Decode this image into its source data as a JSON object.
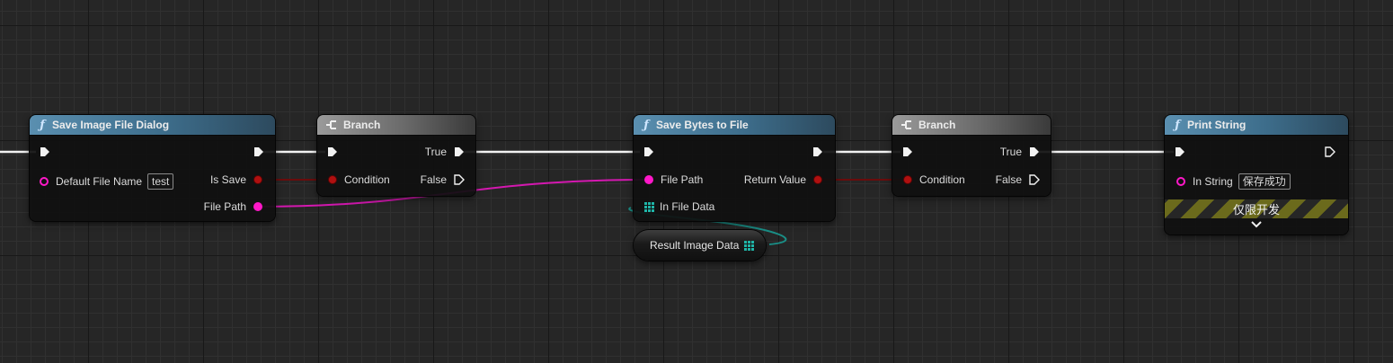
{
  "nodes": {
    "save_dialog": {
      "title": "Save Image File Dialog",
      "input_default_name_label": "Default File Name",
      "input_default_name_value": "test",
      "output_is_save_label": "Is Save",
      "output_file_path_label": "File Path"
    },
    "branch1": {
      "title": "Branch",
      "condition_label": "Condition",
      "true_label": "True",
      "false_label": "False"
    },
    "save_bytes": {
      "title": "Save Bytes to File",
      "file_path_label": "File Path",
      "in_file_data_label": "In File Data",
      "return_value_label": "Return Value"
    },
    "result_image_data": {
      "label": "Result Image Data"
    },
    "branch2": {
      "title": "Branch",
      "condition_label": "Condition",
      "true_label": "True",
      "false_label": "False"
    },
    "print_string": {
      "title": "Print String",
      "in_string_label": "In String",
      "in_string_value": "保存成功",
      "dev_only_label": "仅限开发"
    }
  },
  "icons": {
    "function": "function-f-icon",
    "branch": "branch-icon",
    "exec_pin": "exec-pin-icon",
    "array": "array-grid-icon",
    "expand": "chevron-down-icon"
  },
  "colors": {
    "exec_wire": "#ffffff",
    "bool_pin": "#b01010",
    "string_pin": "#ff18c8",
    "array_pin": "#1fb5a8",
    "function_header": "#3d6d8b",
    "branch_header": "#6a6a6a",
    "dev_banner": "#6b6a1c"
  }
}
